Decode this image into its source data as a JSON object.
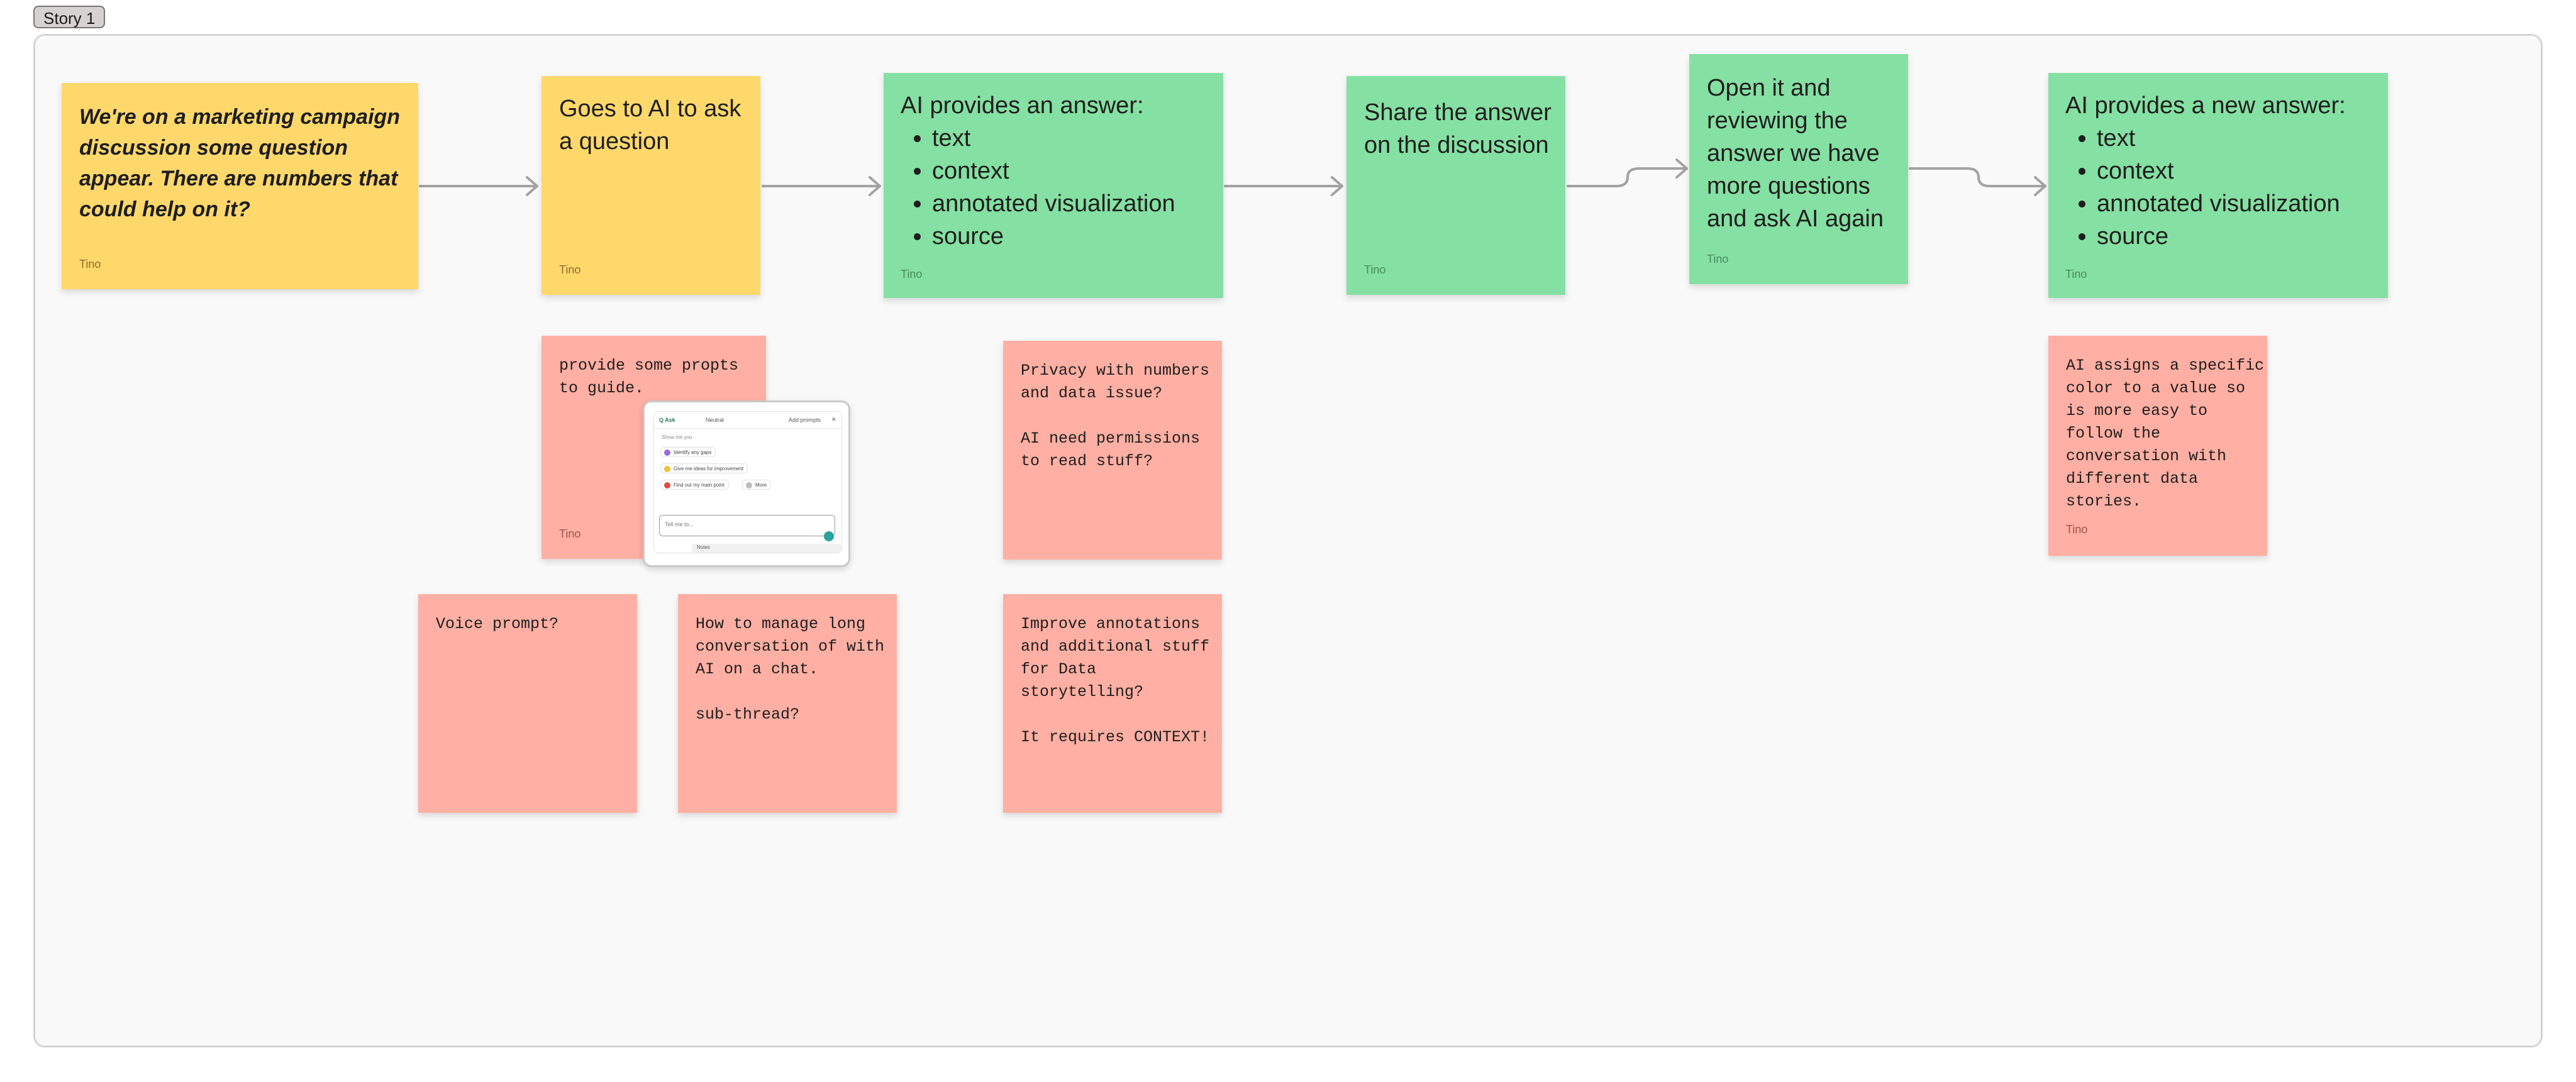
{
  "section": {
    "tab_label": "Story 1"
  },
  "flow": {
    "step1": {
      "text": "We're on a marketing campaign discussion some question appear. There are numbers that could help on it?",
      "author": "Tino"
    },
    "step2": {
      "text": "Goes to AI to ask a question",
      "author": "Tino"
    },
    "step3": {
      "heading": "AI provides an answer:",
      "items": [
        "text",
        "context",
        "annotated visualization",
        "source"
      ],
      "author": "Tino"
    },
    "step4": {
      "text": "Share the answer on the discussion",
      "author": "Tino"
    },
    "step5": {
      "text": "Open it and reviewing the answer we have more questions and ask AI again",
      "author": "Tino"
    },
    "step6": {
      "heading": "AI provides a new answer:",
      "items": [
        "text",
        "context",
        "annotated visualization",
        "source"
      ],
      "author": "Tino"
    }
  },
  "notes": {
    "prompts": {
      "text": "provide some propts\nto guide.",
      "author": "Tino"
    },
    "privacy": {
      "text": "Privacy with numbers\nand data issue?\n\nAI need permissions\nto read stuff?"
    },
    "voice": {
      "text": "Voice prompt?"
    },
    "long_conversation": {
      "text": "How to manage long\nconversation of with\nAI on a chat.\n\nsub-thread?"
    },
    "annotations": {
      "text": "Improve annotations\nand additional stuff\nfor Data\nstorytelling?\n\nIt requires CONTEXT!"
    },
    "colors": {
      "text": "AI assigns a specific\ncolor to a value so\nis more easy to\nfollow the\nconversation with\ndifferent data\nstories.",
      "author": "Tino"
    }
  },
  "embed": {
    "header_left": "Q Ask",
    "header_mid": "Neutral",
    "header_right": "Add prompts",
    "suggest_label": "Show me you",
    "chips": [
      "Identify any gaps",
      "Give me ideas for improvement",
      "Find out my main point",
      "More"
    ],
    "input_placeholder": "Tell me to...",
    "toolbar_label": "Notes"
  },
  "colors": {
    "yellow": "#ffd86b",
    "green": "#85e0a3",
    "red": "#ffafa3",
    "section_bg": "#f9f9f9",
    "connector": "#a3a3a3"
  }
}
